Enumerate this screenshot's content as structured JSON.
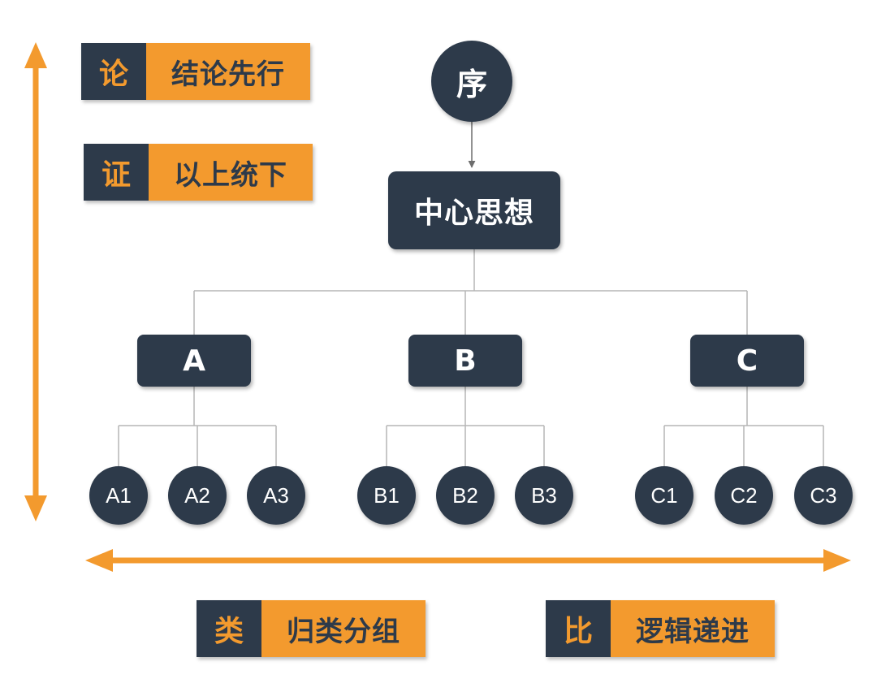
{
  "tags": {
    "conclusion": {
      "key": "论",
      "value": "结论先行"
    },
    "support": {
      "key": "证",
      "value": "以上统下"
    },
    "group": {
      "key": "类",
      "value": "归类分组"
    },
    "compare": {
      "key": "比",
      "value": "逻辑递进"
    }
  },
  "tree": {
    "root": "序",
    "central": "中心思想",
    "groups": [
      {
        "label": "A",
        "children": [
          "A1",
          "A2",
          "A3"
        ]
      },
      {
        "label": "B",
        "children": [
          "B1",
          "B2",
          "B3"
        ]
      },
      {
        "label": "C",
        "children": [
          "C1",
          "C2",
          "C3"
        ]
      }
    ]
  },
  "colors": {
    "node": "#2d3a4a",
    "accent": "#f39a2e",
    "connector": "#b5b5b5",
    "node_text": "#ffffff"
  }
}
